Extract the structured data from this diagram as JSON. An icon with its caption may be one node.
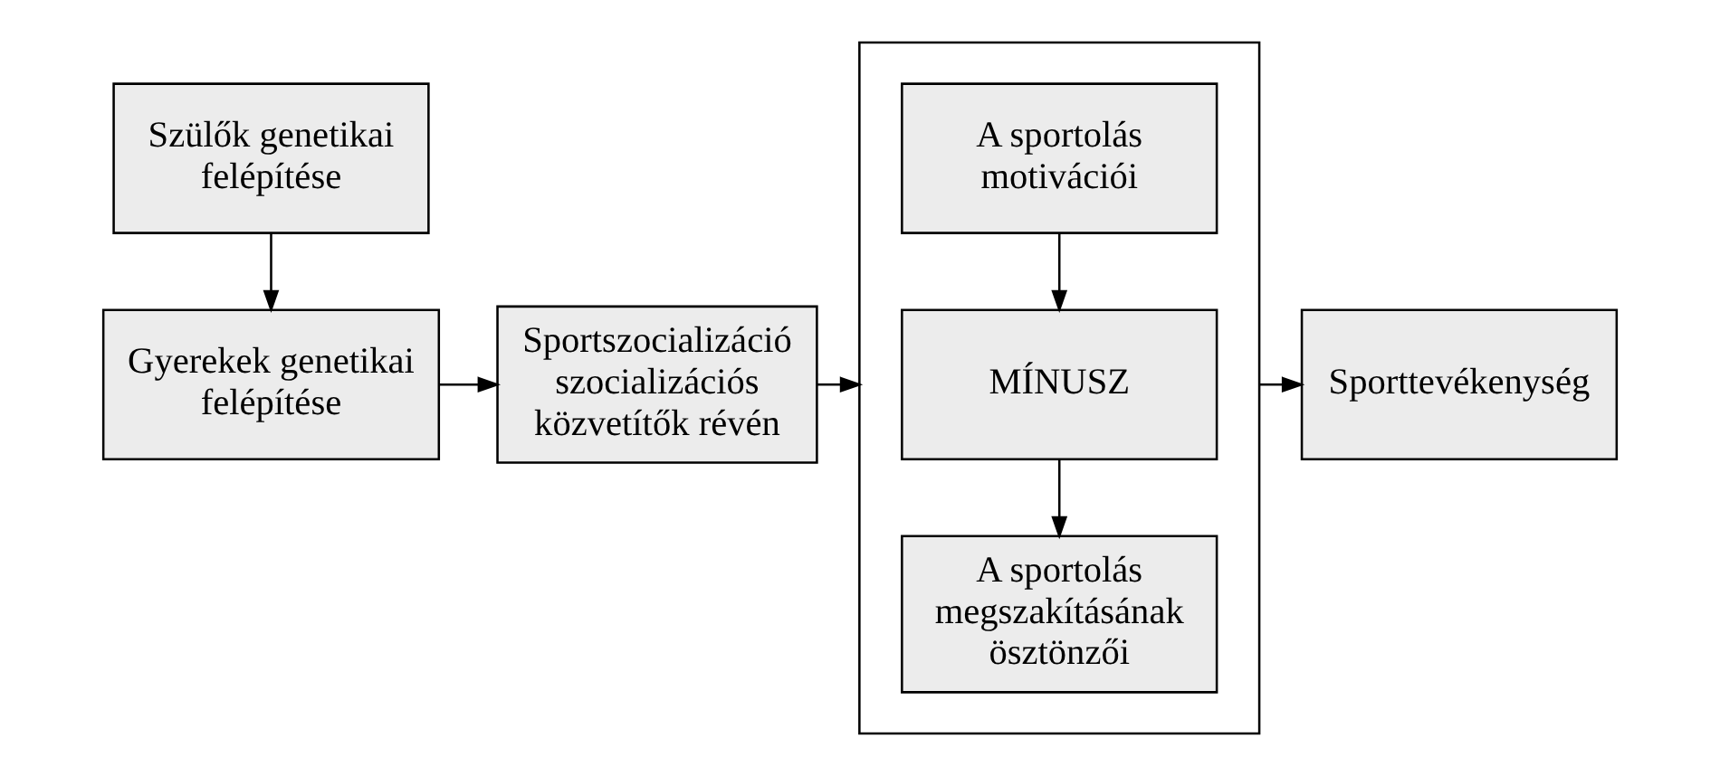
{
  "diagram": {
    "nodes": [
      {
        "text": [
          "Szülők genetikai felépítése"
        ]
      },
      {
        "text": [
          "Gyerekek genetikai felépítése"
        ]
      },
      {
        "text": [
          "Sportszocializáció szocializációs közvetítők révén"
        ]
      },
      {
        "text": [],
        "shape": "box"
      },
      {
        "text": [
          "A sportolás motivációi"
        ],
        "in": 3
      },
      {
        "text": [
          "MÍNUSZ"
        ],
        "in": 3
      },
      {
        "text": [
          "A sportolás megszakításának ösztönzői"
        ],
        "in": 3
      },
      {
        "text": [
          "Sporttevékenység"
        ]
      }
    ],
    "edges": [
      {
        "from": 0,
        "to": 1,
        "arrow": "to"
      },
      {
        "from": 1,
        "to": 2,
        "arrow": "to"
      },
      {
        "from": 2,
        "to": 3,
        "arrow": "to"
      },
      {
        "from": 4,
        "to": 5,
        "arrow": "to"
      },
      {
        "from": 5,
        "to": 6,
        "arrow": "to"
      },
      {
        "from": 3,
        "to": 7,
        "arrow": "to"
      }
    ]
  }
}
